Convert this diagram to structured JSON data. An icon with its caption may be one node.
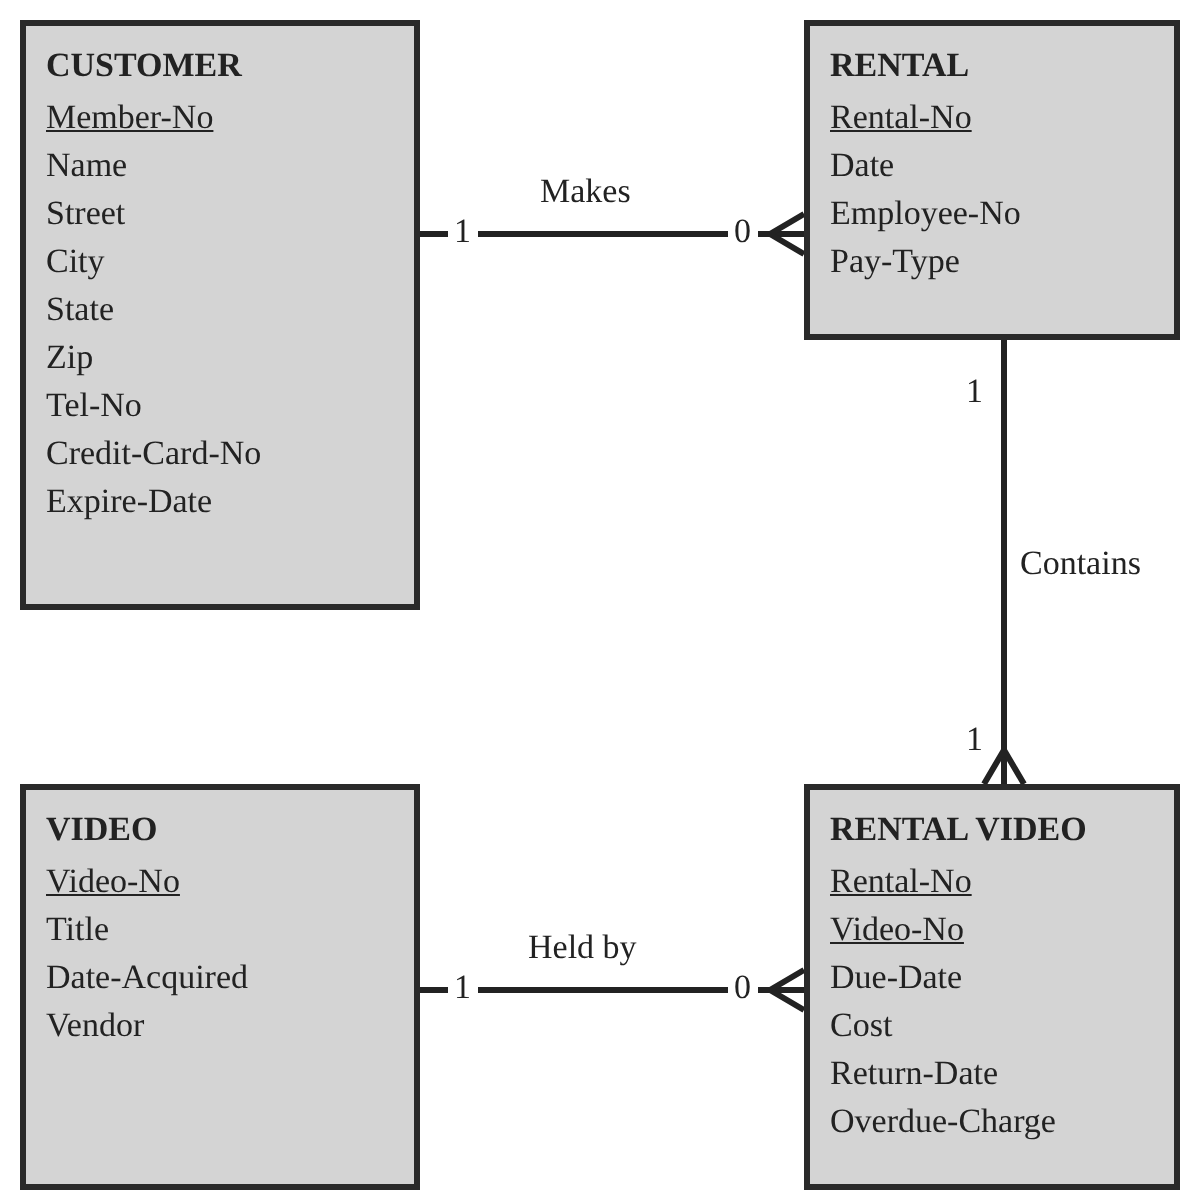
{
  "diagram": {
    "nodes": [
      {
        "text": [
          "CUSTOMER",
          "Member-No",
          "Name",
          "Street",
          "City",
          "State",
          "Zip",
          "Tel-No",
          "Credit-Card-No",
          "Expire-Date"
        ]
      },
      {
        "text": [
          "RENTAL",
          "Rental-No",
          "Date",
          "Employee-No",
          "Pay-Type"
        ]
      },
      {
        "text": [
          "VIDEO",
          "Video-No",
          "Title",
          "Date-Acquired",
          "Vendor"
        ]
      },
      {
        "text": [
          "RENTAL VIDEO",
          "Rental-No",
          "Video-No",
          "Due-Date",
          "Cost",
          "Return-Date",
          "Overdue-Charge"
        ]
      }
    ],
    "edges": [
      {
        "from": 0,
        "to": 1,
        "arrow": "other",
        "label": "Makes"
      },
      {
        "from": 1,
        "to": 3,
        "arrow": "other",
        "label": "Contains"
      },
      {
        "from": 2,
        "to": 3,
        "arrow": "other",
        "label": "Held by"
      }
    ],
    "labels": [
      "1",
      "0",
      "1",
      "1",
      "1",
      "0"
    ]
  }
}
